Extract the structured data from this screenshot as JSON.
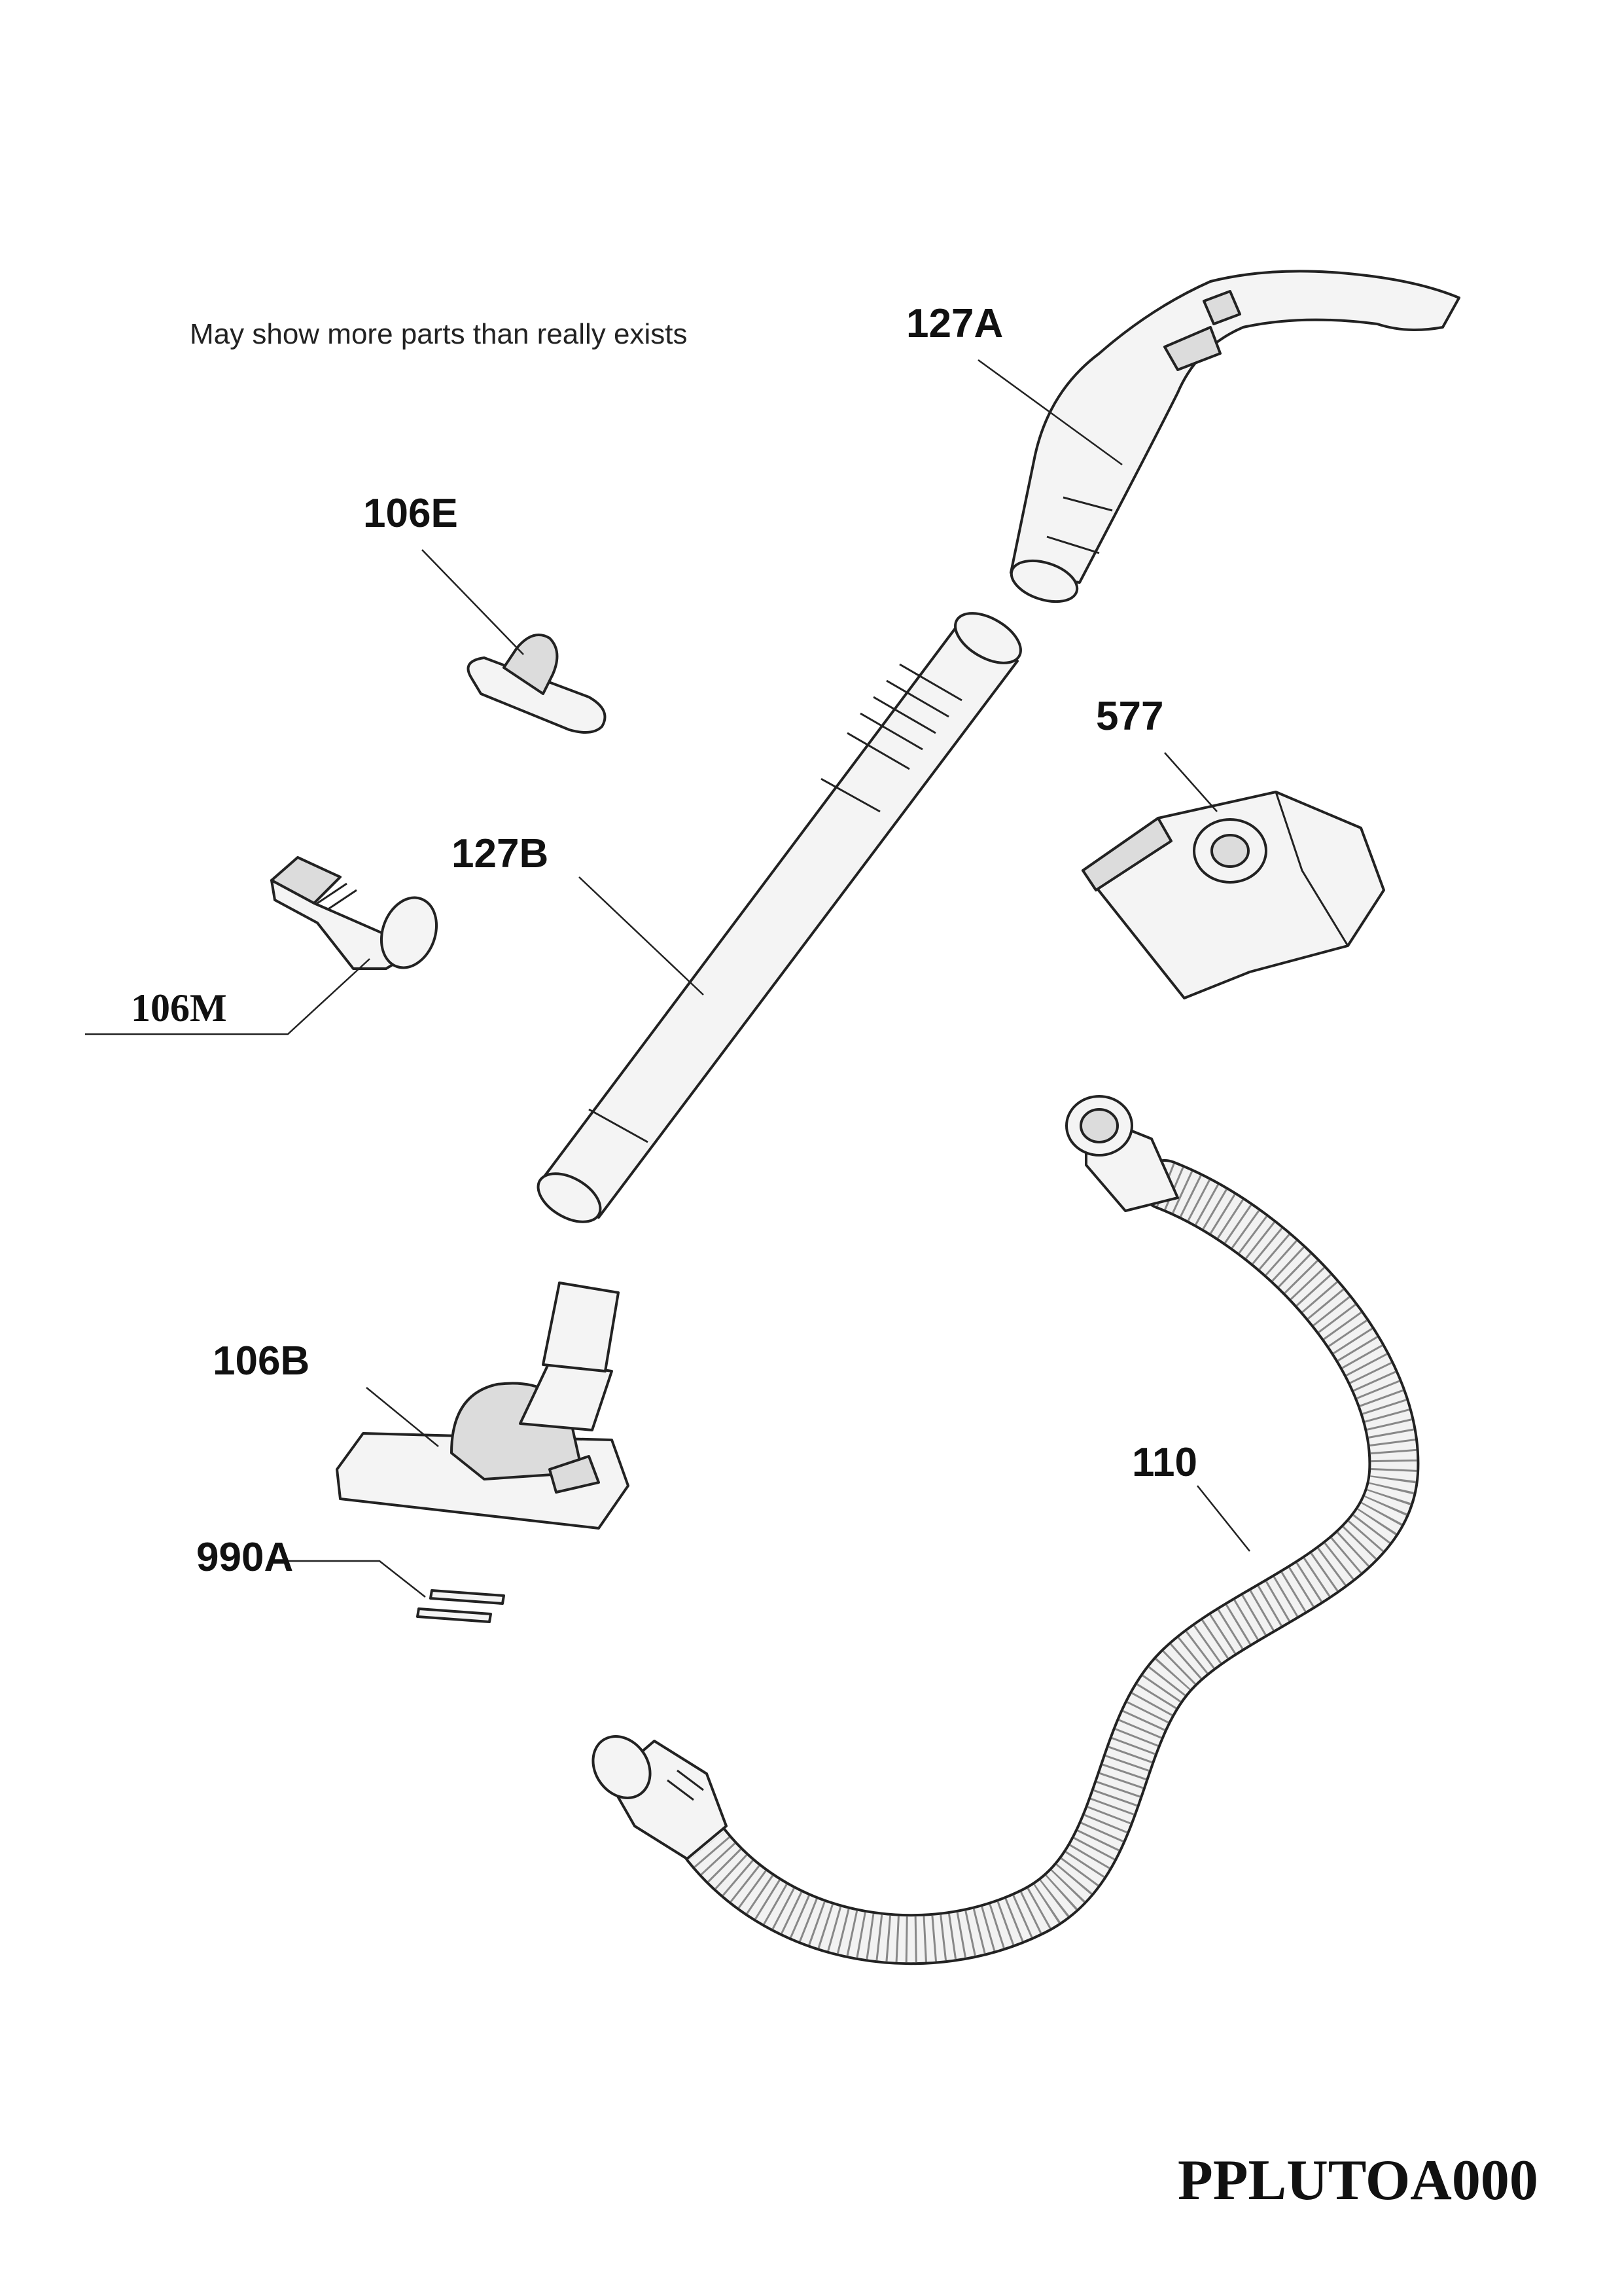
{
  "note": "May show more parts than really exists",
  "diagram_code": "PPLUTOA000",
  "parts": [
    {
      "id": "127A"
    },
    {
      "id": "106E"
    },
    {
      "id": "577"
    },
    {
      "id": "127B"
    },
    {
      "id": "106M"
    },
    {
      "id": "106B"
    },
    {
      "id": "110"
    },
    {
      "id": "990A"
    }
  ]
}
